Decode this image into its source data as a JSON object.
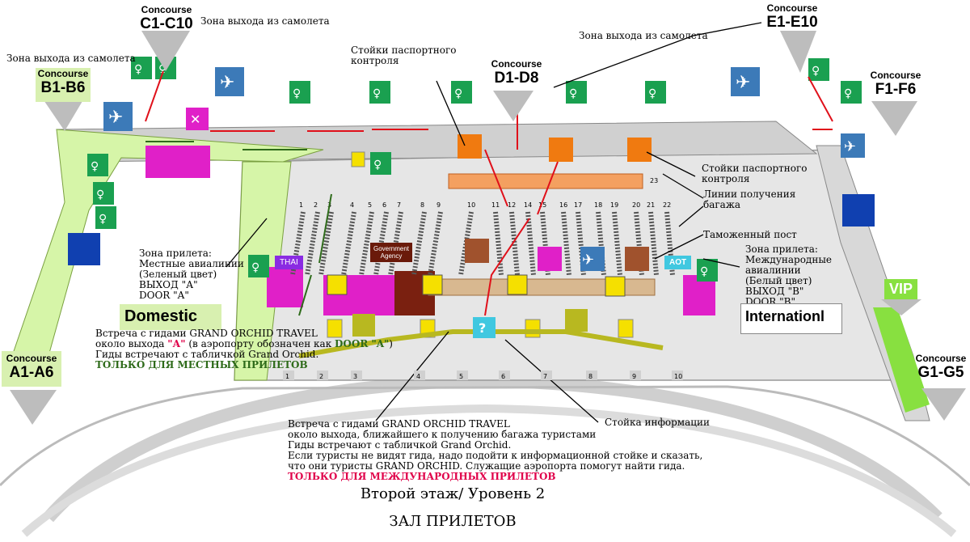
{
  "concourses": {
    "b": {
      "word": "Concourse",
      "code": "B1-B6"
    },
    "c": {
      "word": "Concourse",
      "code": "C1-C10"
    },
    "d": {
      "word": "Concourse",
      "code": "D1-D8"
    },
    "e": {
      "word": "Concourse",
      "code": "E1-E10"
    },
    "f": {
      "word": "Concourse",
      "code": "F1-F6"
    },
    "a": {
      "word": "Concourse",
      "code": "A1-A6"
    },
    "g": {
      "word": "Concourse",
      "code": "G1-G5"
    }
  },
  "labels": {
    "exit_zone_c": "Зона выхода из самолета",
    "exit_zone_b": "Зона выхода из самолета",
    "exit_zone_e": "Зона выхода из самолета",
    "passport_left_1": "Стойки паспортного",
    "passport_left_2": "контроля",
    "passport_right_1": "Стойки паспортного",
    "passport_right_2": "контроля",
    "baggage_1": "Линии получения",
    "baggage_2": "багажа",
    "customs": "Таможенный пост",
    "intl_zone_1": "Зона прилета:",
    "intl_zone_2": "Международные",
    "intl_zone_3": "авиалинии",
    "intl_zone_4": "(Белый цвет)",
    "intl_zone_5": "ВЫХОД \"В\"",
    "intl_zone_6": "DOOR \"B\"",
    "dom_zone_1": "Зона прилета:",
    "dom_zone_2": "Местные авиалинии",
    "dom_zone_3": "(Зеленый цвет)",
    "dom_zone_4": "ВЫХОД \"А\"",
    "dom_zone_5": "DOOR \"A\"",
    "domestic": "Domestic",
    "international": "Internationl",
    "vip": "VIP",
    "gov_1": "Government",
    "gov_2": "Agency",
    "info_desk": "Стойка информации",
    "thai": "THAI",
    "aot": "AOT"
  },
  "domestic_note": {
    "line1": "Встреча с гидами GRAND ORCHID TRAVEL",
    "line2a": "около выхода ",
    "line2b": "\"А\"",
    "line2c": " (в аэропорту обозначен как ",
    "line2d": "DOOR \"A\"",
    "line2e": ")",
    "line3": "Гиды встречают с табличкой Grand Orchid.",
    "line4": "ТОЛЬКО ДЛЯ МЕСТНЫХ ПРИЛЕТОВ"
  },
  "intl_note": {
    "line1": "Встреча с гидами GRAND ORCHID TRAVEL",
    "line2": "около выхода, ближайшего к получению багажа туристами",
    "line3": "Гиды встречают с табличкой Grand Orchid.",
    "line4": "Если туристы не видят гида, надо подойти к информационной стойке и сказать,",
    "line5": "что они туристы GRAND ORCHID. Служащие аэропорта помогут найти гида.",
    "line6": "ТОЛЬКО ДЛЯ МЕЖДУНАРОДНЫХ ПРИЛЕТОВ"
  },
  "footer": {
    "floor": "Второй этаж/ Уровень 2",
    "hall": "ЗАЛ ПРИЛЕТОВ"
  },
  "belts": [
    "1",
    "2",
    "3",
    "4",
    "5",
    "6",
    "7",
    "8",
    "9",
    "10",
    "11",
    "12",
    "14",
    "15",
    "16",
    "17",
    "18",
    "19",
    "20",
    "21",
    "22",
    "23"
  ],
  "doors": [
    "1",
    "2",
    "3",
    "4",
    "5",
    "6",
    "7",
    "8",
    "9",
    "10"
  ],
  "colors": {
    "green_zone": "#d6f5a8",
    "terminal": "#e8e8e8",
    "restroom": "#1aa050",
    "arrival": "#3c7ab8",
    "passport": "#f07a10",
    "magenta": "#e020c8",
    "purple": "#8a2be2",
    "brown": "#a0522d",
    "yellow": "#f5e000",
    "vip": "#88e040"
  }
}
